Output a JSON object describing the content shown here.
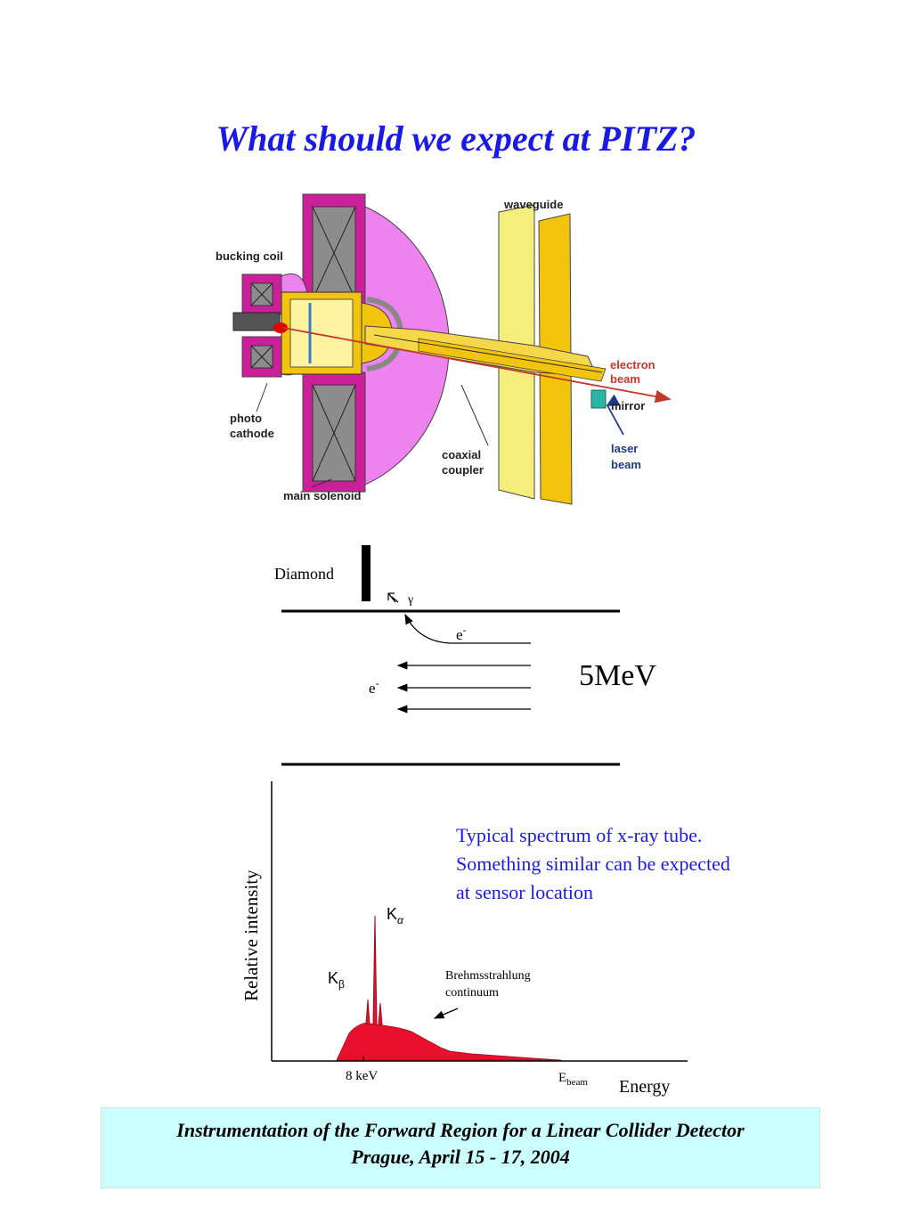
{
  "title": "What should we expect at PITZ?",
  "gun_labels": {
    "waveguide": "waveguide",
    "bucking_coil": "bucking coil",
    "electron_beam_1": "electron",
    "electron_beam_2": "beam",
    "mirror": "mirror",
    "laser_beam_1": "laser",
    "laser_beam_2": "beam",
    "photo_cathode_1": "photo",
    "photo_cathode_2": "cathode",
    "coaxial_coupler_1": "coaxial",
    "coaxial_coupler_2": "coupler",
    "main_solenoid": "main solenoid"
  },
  "beam_schematic": {
    "diamond": "Diamond",
    "gamma": "γ",
    "electron": "e",
    "electron_charge": "-",
    "energy": "5MeV"
  },
  "spectrum_note": {
    "line1": "Typical spectrum of x-ray tube.",
    "line2": "Something similar can be expected",
    "line3": "at sensor location"
  },
  "spectrum": {
    "ylabel": "Relative intensity",
    "xlabel": "Energy",
    "tick_8kev": "8 keV",
    "tick_ebeam": "E",
    "tick_ebeam_sub": "beam",
    "k_alpha": "K",
    "k_alpha_sub": "α",
    "k_beta": "K",
    "k_beta_sub": "β",
    "continuum_1": "Brehmsstrahlung",
    "continuum_2": "continuum",
    "fill_color": "#e8102c"
  },
  "footer": {
    "line1": "Instrumentation of the Forward Region for a Linear Collider Detector",
    "line2": "Prague, April 15 - 17, 2004"
  }
}
